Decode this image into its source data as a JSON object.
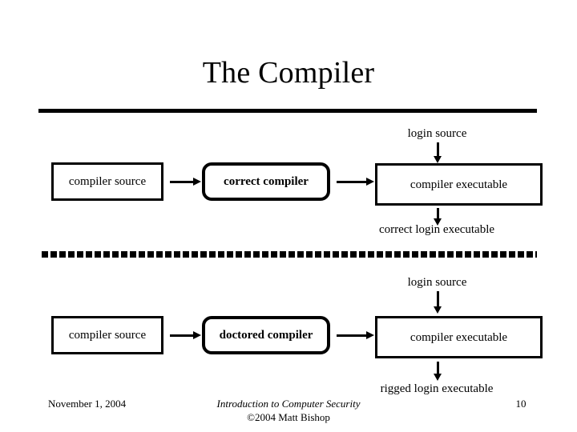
{
  "slide": {
    "title": "The Compiler",
    "page_number": "10"
  },
  "diagram": {
    "rows": [
      {
        "id": "correct-compiler-flow",
        "top_label": "login source",
        "source_box": "compiler source",
        "middle_box": "correct compiler",
        "output_box": "compiler executable",
        "bottom_label": "correct login executable"
      },
      {
        "id": "doctored-compiler-flow",
        "top_label": "login source",
        "source_box": "compiler source",
        "middle_box": "doctored compiler",
        "output_box": "compiler executable",
        "bottom_label": "rigged login executable"
      }
    ]
  },
  "footer": {
    "date": "November 1, 2004",
    "course": "Introduction to Computer Security",
    "copyright": "©2004 Matt Bishop",
    "page": "10"
  },
  "colors": {
    "ink": "#000000",
    "background": "#ffffff"
  }
}
